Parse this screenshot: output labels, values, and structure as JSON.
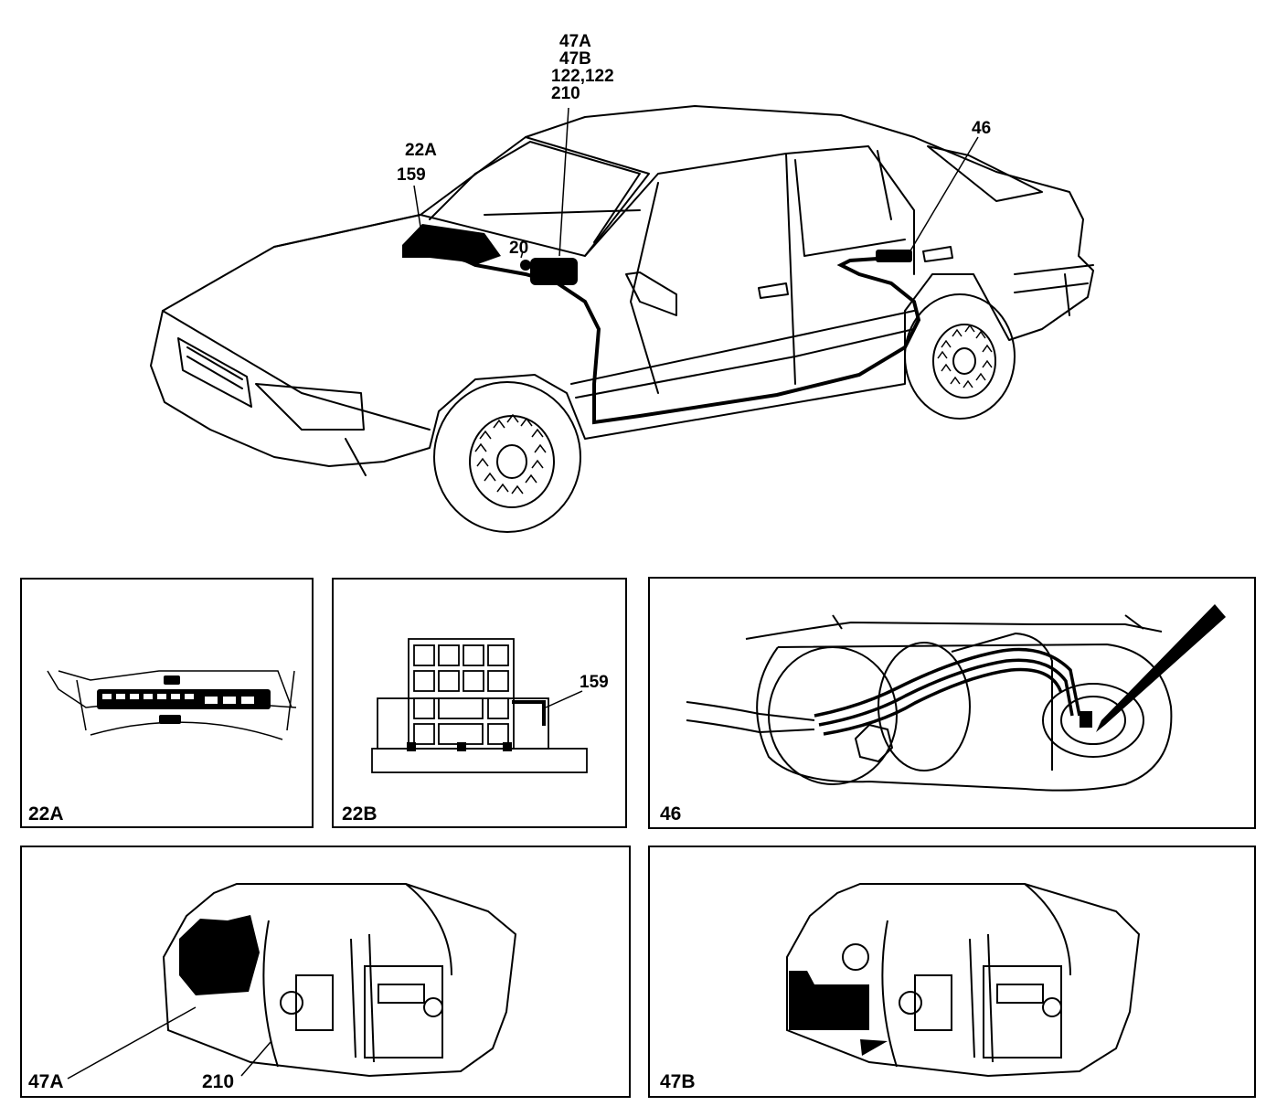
{
  "main_figure": {
    "callouts": {
      "stack_line1": "47A",
      "stack_line2": "47B",
      "stack_line3": "122,122",
      "stack_line4": "210",
      "c22a": "22A",
      "c159": "159",
      "c20": "20",
      "c46": "46"
    }
  },
  "panels": {
    "p22a": {
      "caption": "22A"
    },
    "p22b": {
      "caption": "22B",
      "callout": "159"
    },
    "p46": {
      "caption": "46"
    },
    "p47a": {
      "caption": "47A",
      "callout": "210"
    },
    "p47b": {
      "caption": "47B"
    }
  }
}
